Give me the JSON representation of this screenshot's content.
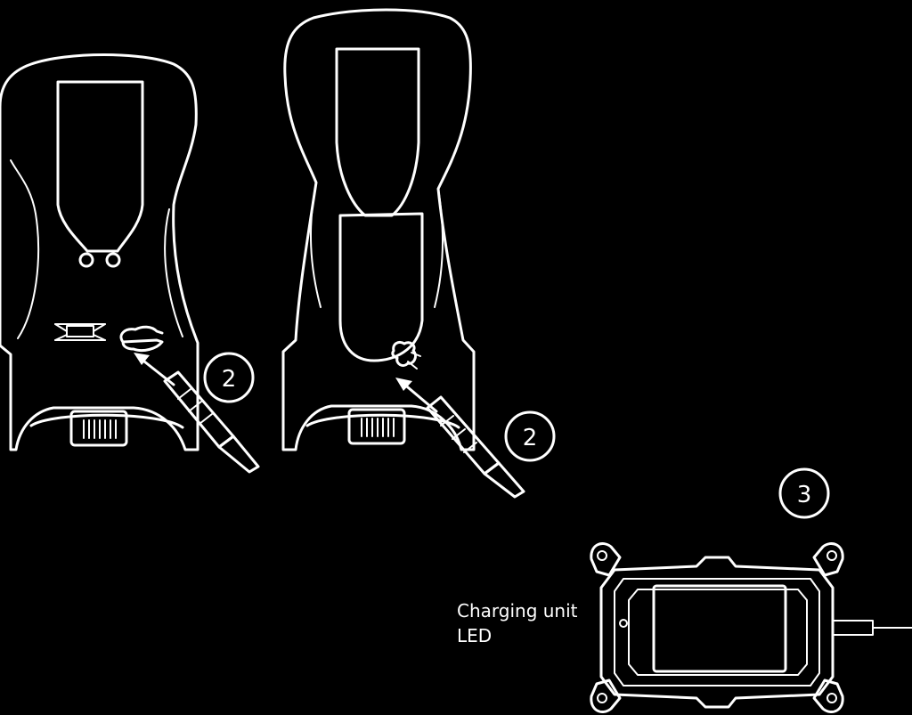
{
  "steps": {
    "left_vest_step": "2",
    "middle_vest_step": "2",
    "charger_step": "3"
  },
  "labels": {
    "charging_unit_line1": "Charging unit",
    "charging_unit_line2": "LED"
  },
  "colors": {
    "background": "#000000",
    "line": "#ffffff"
  }
}
